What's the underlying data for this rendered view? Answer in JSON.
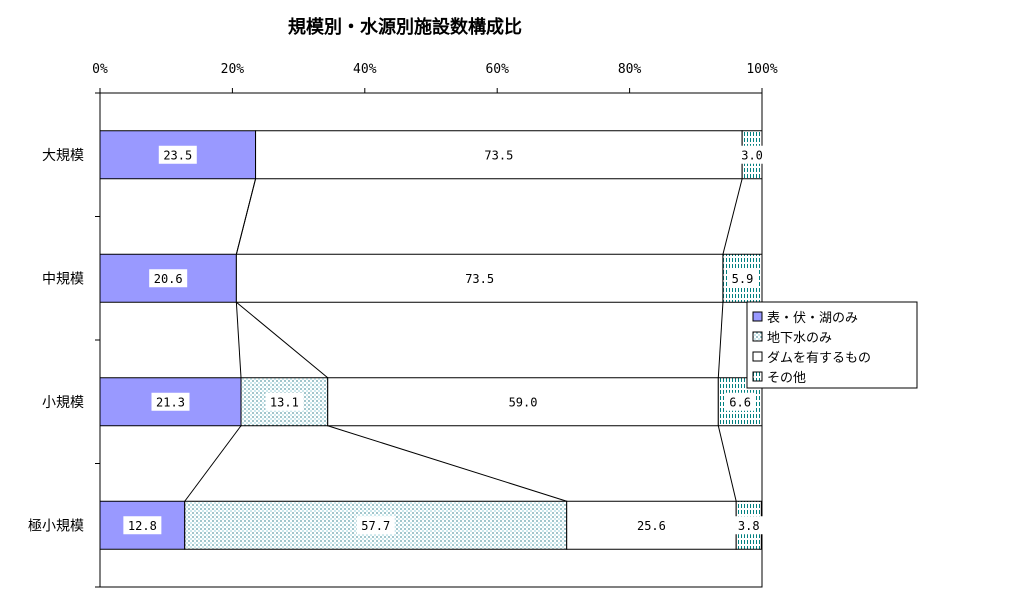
{
  "chart_data": {
    "type": "bar",
    "orientation": "horizontal",
    "stacked": "percent",
    "title": "規模別・水源別施設数構成比",
    "xlabel": "",
    "ylabel": "",
    "xlim": [
      0,
      100
    ],
    "x_ticks": [
      "0%",
      "20%",
      "40%",
      "60%",
      "80%",
      "100%"
    ],
    "categories": [
      "大規模",
      "中規模",
      "小規模",
      "極小規模"
    ],
    "series": [
      {
        "name": "表・伏・湖のみ",
        "color": "#9999ff",
        "pattern": "solid",
        "values": [
          23.5,
          20.6,
          21.3,
          12.8
        ]
      },
      {
        "name": "地下水のみ",
        "color": "#ccffff",
        "pattern": "dotted",
        "values": [
          0,
          0,
          13.1,
          57.7
        ]
      },
      {
        "name": "ダムを有するもの",
        "color": "#ffffff",
        "pattern": "solid",
        "values": [
          73.5,
          73.5,
          59.0,
          25.6
        ]
      },
      {
        "name": "その他",
        "color": "#33cccc",
        "pattern": "vertical-lines",
        "values": [
          3.0,
          5.9,
          6.6,
          3.8
        ]
      }
    ],
    "data_labels": [
      [
        "23.5",
        "",
        "73.5",
        "3.0"
      ],
      [
        "20.6",
        "",
        "73.5",
        "5.9"
      ],
      [
        "21.3",
        "13.1",
        "59.0",
        "6.6"
      ],
      [
        "12.8",
        "57.7",
        "25.6",
        "3.8"
      ]
    ],
    "series_lines": true,
    "legend_position": "right",
    "grid": false
  }
}
